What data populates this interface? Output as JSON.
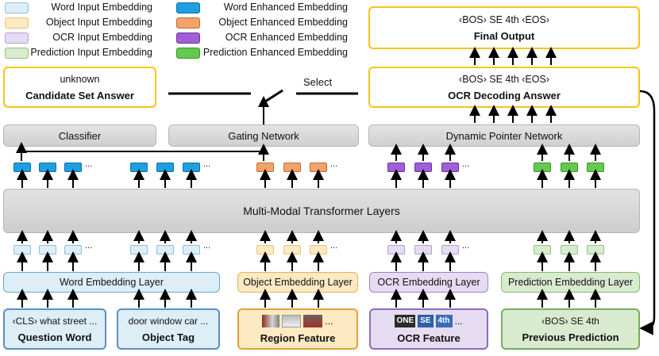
{
  "legend": {
    "word_input": "Word Input Embedding",
    "object_input": "Object Input Embedding",
    "ocr_input": "OCR Input Embedding",
    "prediction_input": "Prediction Input Embedding",
    "word_enhanced": "Word Enhanced Embedding",
    "object_enhanced": "Object Enhanced Embedding",
    "ocr_enhanced": "OCR Enhanced Embedding",
    "prediction_enhanced": "Prediction Enhanced Embedding"
  },
  "colors": {
    "word_input": "#ddeef7",
    "object_input": "#fde9c2",
    "ocr_input": "#e6dcf2",
    "prediction_input": "#d9ebcf",
    "word_enhanced": "#1f9fe0",
    "object_enhanced": "#f2a36b",
    "ocr_enhanced": "#a05fd6",
    "prediction_enhanced": "#66c94f",
    "answer_border": "#f5c518"
  },
  "final_output": {
    "text": "‹BOS› SE 4th ‹EOS›",
    "label": "Final Output"
  },
  "candidate": {
    "text": "unknown",
    "label": "Candidate Set Answer"
  },
  "ocr_decoding": {
    "text": "‹BOS› SE 4th ‹EOS›",
    "label": "OCR Decoding Answer"
  },
  "select_label": "Select",
  "classifier": "Classifier",
  "gating": "Gating Network",
  "pointer": "Dynamic Pointer Network",
  "transformer": "Multi-Modal Transformer Layers",
  "ellipsis": "...",
  "embedding_layers": {
    "word": "Word Embedding Layer",
    "object": "Object Embedding Layer",
    "ocr": "OCR Embedding Layer",
    "prediction": "Prediction Embedding Layer"
  },
  "inputs": {
    "question": {
      "text": "‹CLS› what street ...",
      "label": "Question Word"
    },
    "object_tag": {
      "text": "door window car ...",
      "label": "Object Tag"
    },
    "region": {
      "text": "...",
      "label": "Region Feature"
    },
    "ocr": {
      "text": "...",
      "label": "OCR Feature"
    },
    "previous": {
      "text": "‹BOS› SE 4th",
      "label": "Previous Prediction"
    }
  },
  "ocr_thumbs": [
    "ONE",
    "SE",
    "4th"
  ]
}
